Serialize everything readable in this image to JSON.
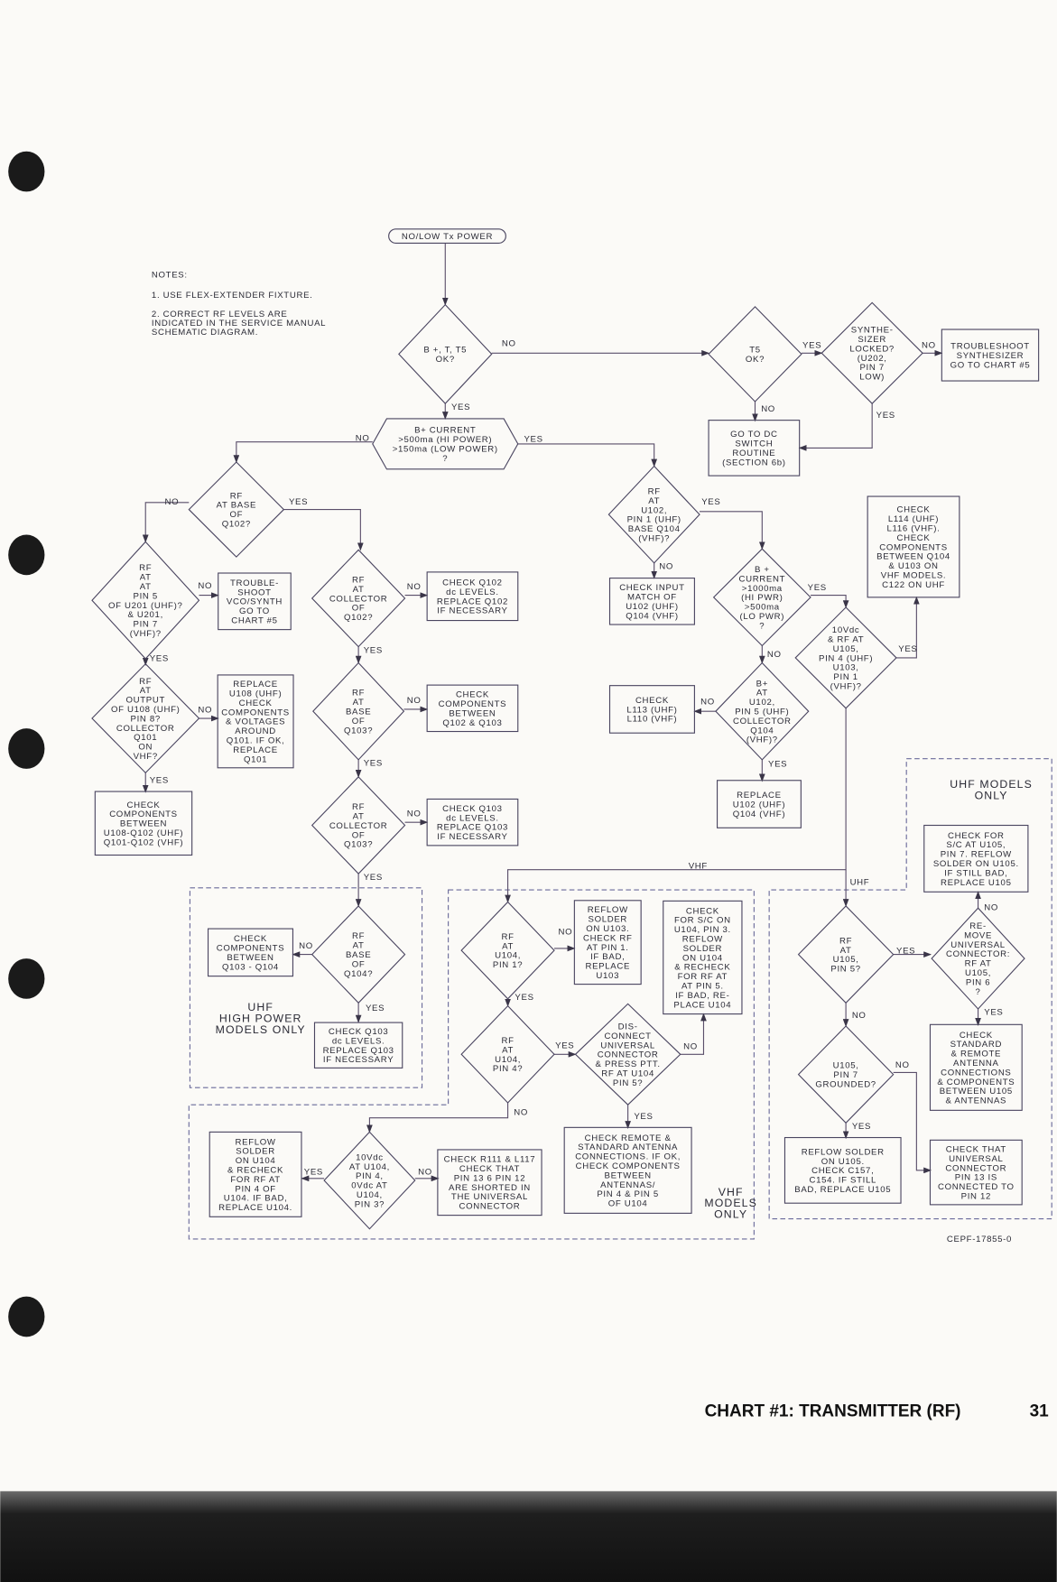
{
  "notes": {
    "title": "NOTES:",
    "lines": [
      "1. USE FLEX-EXTENDER FIXTURE.",
      "2. CORRECT RF LEVELS ARE",
      "INDICATED IN THE SERVICE MANUAL",
      "SCHEMATIC DIAGRAM."
    ]
  },
  "nodes": [
    {
      "id": "start",
      "type": "pill",
      "lines": [
        "NO/LOW Tx POWER"
      ]
    },
    {
      "id": "d1",
      "type": "diamond",
      "lines": [
        "B +, T, T5",
        "OK?"
      ]
    },
    {
      "id": "d2",
      "type": "diamond",
      "lines": [
        "T5",
        "OK?"
      ]
    },
    {
      "id": "d3",
      "type": "diamond",
      "lines": [
        "SYNTHE-",
        "SIZER",
        "LOCKED?",
        "(U202,",
        "PIN 7",
        "LOW)"
      ]
    },
    {
      "id": "r1",
      "type": "box",
      "lines": [
        "TROUBLESHOOT",
        "SYNTHESIZER",
        "GO TO CHART #5"
      ]
    },
    {
      "id": "r2",
      "type": "box",
      "lines": [
        "GO TO DC",
        "SWITCH",
        "ROUTINE",
        "(SECTION 6b)"
      ]
    },
    {
      "id": "hex",
      "type": "hex",
      "lines": [
        "B+ CURRENT",
        ">500ma (HI POWER)",
        ">150ma (LOW POWER)",
        "?"
      ]
    },
    {
      "id": "d4",
      "type": "diamond",
      "lines": [
        "RF",
        "AT BASE",
        "OF",
        "Q102?"
      ]
    },
    {
      "id": "d5",
      "type": "diamond",
      "lines": [
        "RF",
        "AT",
        "AT",
        "PIN 5",
        "OF U201 (UHF)?",
        "& U201,",
        "PIN 7",
        "(VHF)?"
      ]
    },
    {
      "id": "r3",
      "type": "box",
      "lines": [
        "TROUBLE-",
        "SHOOT",
        "VCO/SYNTH",
        "GO TO",
        "CHART #5"
      ]
    },
    {
      "id": "d6",
      "type": "diamond",
      "lines": [
        "RF",
        "AT",
        "COLLECTOR",
        "OF",
        "Q102?"
      ]
    },
    {
      "id": "r4",
      "type": "box",
      "lines": [
        "CHECK Q102",
        "dc LEVELS.",
        "REPLACE Q102",
        "IF NECESSARY"
      ]
    },
    {
      "id": "d7",
      "type": "diamond",
      "lines": [
        "RF",
        "AT",
        "OUTPUT",
        "OF U108 (UHF)",
        "PIN 8?",
        "COLLECTOR",
        "Q101",
        "ON",
        "VHF?"
      ]
    },
    {
      "id": "r5",
      "type": "box",
      "lines": [
        "REPLACE",
        "U108 (UHF)",
        "CHECK",
        "COMPONENTS",
        "& VOLTAGES",
        "AROUND",
        "Q101. IF OK,",
        "REPLACE",
        "Q101"
      ]
    },
    {
      "id": "r6",
      "type": "box",
      "lines": [
        "CHECK",
        "COMPONENTS",
        "BETWEEN",
        "U108-Q102 (UHF)",
        "Q101-Q102 (VHF)"
      ]
    },
    {
      "id": "d8",
      "type": "diamond",
      "lines": [
        "RF",
        "AT",
        "BASE",
        "OF",
        "Q103?"
      ]
    },
    {
      "id": "r7",
      "type": "box",
      "lines": [
        "CHECK",
        "COMPONENTS",
        "BETWEEN",
        "Q102 & Q103"
      ]
    },
    {
      "id": "d9",
      "type": "diamond",
      "lines": [
        "RF",
        "AT",
        "COLLECTOR",
        "OF",
        "Q103?"
      ]
    },
    {
      "id": "r8",
      "type": "box",
      "lines": [
        "CHECK Q103",
        "dc LEVELS.",
        "REPLACE Q103",
        "IF NECESSARY"
      ]
    },
    {
      "id": "d10",
      "type": "diamond",
      "lines": [
        "RF",
        "AT",
        "BASE",
        "OF",
        "Q104?"
      ]
    },
    {
      "id": "r9",
      "type": "box",
      "lines": [
        "CHECK",
        "COMPONENTS",
        "BETWEEN",
        "Q103 - Q104"
      ]
    },
    {
      "id": "r10",
      "type": "box",
      "lines": [
        "CHECK Q103",
        "dc LEVELS.",
        "REPLACE Q103",
        "IF NECESSARY"
      ]
    },
    {
      "id": "d11",
      "type": "diamond",
      "lines": [
        "RF",
        "AT",
        "U102,",
        "PIN 1 (UHF)",
        "BASE Q104",
        "(VHF)?"
      ]
    },
    {
      "id": "r11",
      "type": "box",
      "lines": [
        "CHECK INPUT",
        "MATCH OF",
        "U102 (UHF)",
        "Q104 (VHF)"
      ]
    },
    {
      "id": "d12",
      "type": "diamond",
      "lines": [
        "B +",
        "CURRENT",
        ">1000ma",
        "(HI PWR)",
        ">500ma",
        "(LO PWR)",
        "?"
      ]
    },
    {
      "id": "r12",
      "type": "box",
      "lines": [
        "CHECK",
        "L114 (UHF)",
        "L116 (VHF).",
        "CHECK",
        "COMPONENTS",
        "BETWEEN Q104",
        "& U103 ON",
        "VHF MODELS.",
        "C122 ON UHF"
      ]
    },
    {
      "id": "d13",
      "type": "diamond",
      "lines": [
        "10Vdc",
        "& RF AT",
        "U105,",
        "PIN 4 (UHF)",
        "U103,",
        "PIN 1",
        "(VHF)?"
      ]
    },
    {
      "id": "d14",
      "type": "diamond",
      "lines": [
        "B+",
        "AT",
        "U102,",
        "PIN 5 (UHF)",
        "COLLECTOR",
        "Q104",
        "(VHF)?"
      ]
    },
    {
      "id": "r13",
      "type": "box",
      "lines": [
        "CHECK",
        "L113 (UHF)",
        "L110 (VHF)"
      ]
    },
    {
      "id": "r14",
      "type": "box",
      "lines": [
        "REPLACE",
        "U102 (UHF)",
        "Q104 (VHF)"
      ]
    },
    {
      "id": "d15",
      "type": "diamond",
      "lines": [
        "RF",
        "AT",
        "U104,",
        "PIN 1?"
      ]
    },
    {
      "id": "r15",
      "type": "box",
      "lines": [
        "REFLOW",
        "SOLDER",
        "ON U103.",
        "CHECK RF",
        "AT PIN 1.",
        "IF BAD,",
        "REPLACE",
        "U103"
      ]
    },
    {
      "id": "r16",
      "type": "box",
      "lines": [
        "CHECK",
        "FOR S/C ON",
        "U104, PIN 3.",
        "REFLOW",
        "SOLDER",
        "ON U104",
        "& RECHECK",
        "FOR RF AT",
        "AT PIN 5.",
        "IF BAD, RE-",
        "PLACE U104"
      ]
    },
    {
      "id": "d16",
      "type": "diamond",
      "lines": [
        "RF",
        "AT",
        "U104,",
        "PIN 4?"
      ]
    },
    {
      "id": "d17",
      "type": "diamond",
      "lines": [
        "DIS-",
        "CONNECT",
        "UNIVERSAL",
        "CONNECTOR",
        "& PRESS PTT.",
        "RF AT U104",
        "PIN 5?"
      ]
    },
    {
      "id": "r17",
      "type": "box",
      "lines": [
        "CHECK REMOTE &",
        "STANDARD ANTENNA",
        "CONNECTIONS. IF OK,",
        "CHECK COMPONENTS",
        "BETWEEN",
        "ANTENNAS/",
        "PIN 4 & PIN 5",
        "OF U104"
      ]
    },
    {
      "id": "d18",
      "type": "diamond",
      "lines": [
        "10Vdc",
        "AT U104,",
        "PIN 4,",
        "0Vdc AT",
        "U104,",
        "PIN 3?"
      ]
    },
    {
      "id": "r18",
      "type": "box",
      "lines": [
        "REFLOW",
        "SOLDER",
        "ON U104",
        "& RECHECK",
        "FOR RF AT",
        "PIN 4 OF",
        "U104. IF BAD,",
        "REPLACE U104."
      ]
    },
    {
      "id": "r19",
      "type": "box",
      "lines": [
        "CHECK R111 & L117",
        "CHECK THAT",
        "PIN 13 6 PIN 12",
        "ARE SHORTED IN",
        "THE UNIVERSAL",
        "CONNECTOR"
      ]
    },
    {
      "id": "r20",
      "type": "box",
      "lines": [
        "CHECK FOR",
        "S/C AT U105,",
        "PIN 7. REFLOW",
        "SOLDER ON U105.",
        "IF STILL BAD,",
        "REPLACE U105"
      ]
    },
    {
      "id": "d19",
      "type": "diamond",
      "lines": [
        "RF",
        "AT",
        "U105,",
        "PIN 5?"
      ]
    },
    {
      "id": "d20",
      "type": "diamond",
      "lines": [
        "RE-",
        "MOVE",
        "UNIVERSAL",
        "CONNECTOR:",
        "RF AT",
        "U105,",
        "PIN 6",
        "?"
      ]
    },
    {
      "id": "r21",
      "type": "box",
      "lines": [
        "CHECK",
        "STANDARD",
        "& REMOTE",
        "ANTENNA",
        "CONNECTIONS",
        "& COMPONENTS",
        "BETWEEN U105",
        "& ANTENNAS"
      ]
    },
    {
      "id": "d21",
      "type": "diamond",
      "lines": [
        "U105,",
        "PIN 7",
        "GROUNDED?"
      ]
    },
    {
      "id": "r22",
      "type": "box",
      "lines": [
        "REFLOW SOLDER",
        "ON U105.",
        "CHECK C157,",
        "C154. IF STILL",
        "BAD, REPLACE U105"
      ]
    },
    {
      "id": "r23",
      "type": "box",
      "lines": [
        "CHECK THAT",
        "UNIVERSAL",
        "CONNECTOR",
        "PIN 13 IS",
        "CONNECTED TO",
        "PIN 12"
      ]
    }
  ],
  "edges": [
    {
      "label": ""
    },
    {
      "label": "NO"
    },
    {
      "label": "YES"
    },
    {
      "label": "YES"
    },
    {
      "label": "NO"
    },
    {
      "label": "NO"
    },
    {
      "label": "YES"
    },
    {
      "label": "NO"
    },
    {
      "label": "YES"
    },
    {
      "label": "NO"
    },
    {
      "label": "YES"
    },
    {
      "label": "NO"
    },
    {
      "label": "YES"
    },
    {
      "label": "NO"
    },
    {
      "label": "YES"
    },
    {
      "label": "NO"
    },
    {
      "label": "YES"
    },
    {
      "label": "NO"
    },
    {
      "label": "YES"
    },
    {
      "label": "NO"
    },
    {
      "label": "YES"
    },
    {
      "label": "NO"
    },
    {
      "label": "YES"
    },
    {
      "label": "YES"
    },
    {
      "label": "NO"
    },
    {
      "label": "YES"
    },
    {
      "label": "NO"
    },
    {
      "label": "YES"
    },
    {
      "label": "NO"
    },
    {
      "label": "YES"
    },
    {
      "label": "VHF"
    },
    {
      "label": "UHF"
    },
    {
      "label": "NO"
    },
    {
      "label": "YES"
    },
    {
      "label": "YES"
    },
    {
      "label": "NO"
    },
    {
      "label": "NO"
    },
    {
      "label": "YES"
    },
    {
      "label": "YES"
    },
    {
      "label": "NO"
    },
    {
      "label": "YES"
    },
    {
      "label": "NO"
    },
    {
      "label": "NO"
    },
    {
      "label": "YES"
    },
    {
      "label": "YES"
    },
    {
      "label": "NO"
    }
  ],
  "regions": {
    "uhf_high_power": [
      "UHF",
      "HIGH POWER",
      "MODELS ONLY"
    ],
    "vhf_models": [
      "VHF",
      "MODELS",
      "ONLY"
    ],
    "uhf_models": [
      "UHF MODELS",
      "ONLY"
    ]
  },
  "figure_code": "CEPF-17855-0",
  "footer": {
    "chart_title": "CHART #1: TRANSMITTER (RF)",
    "page_number": "31"
  }
}
